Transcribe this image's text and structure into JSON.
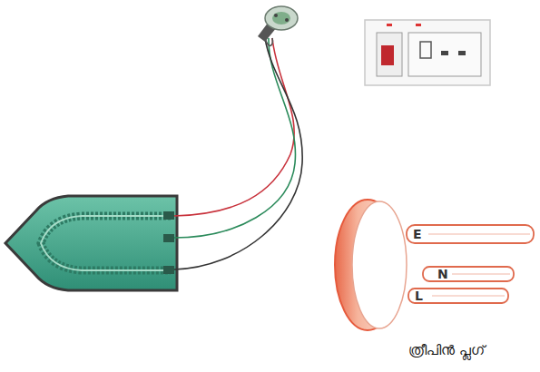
{
  "diagram": {
    "caption": "ത്രീപിൻ പ്ലഗ്",
    "labels": [
      "E",
      "N",
      "L"
    ]
  }
}
